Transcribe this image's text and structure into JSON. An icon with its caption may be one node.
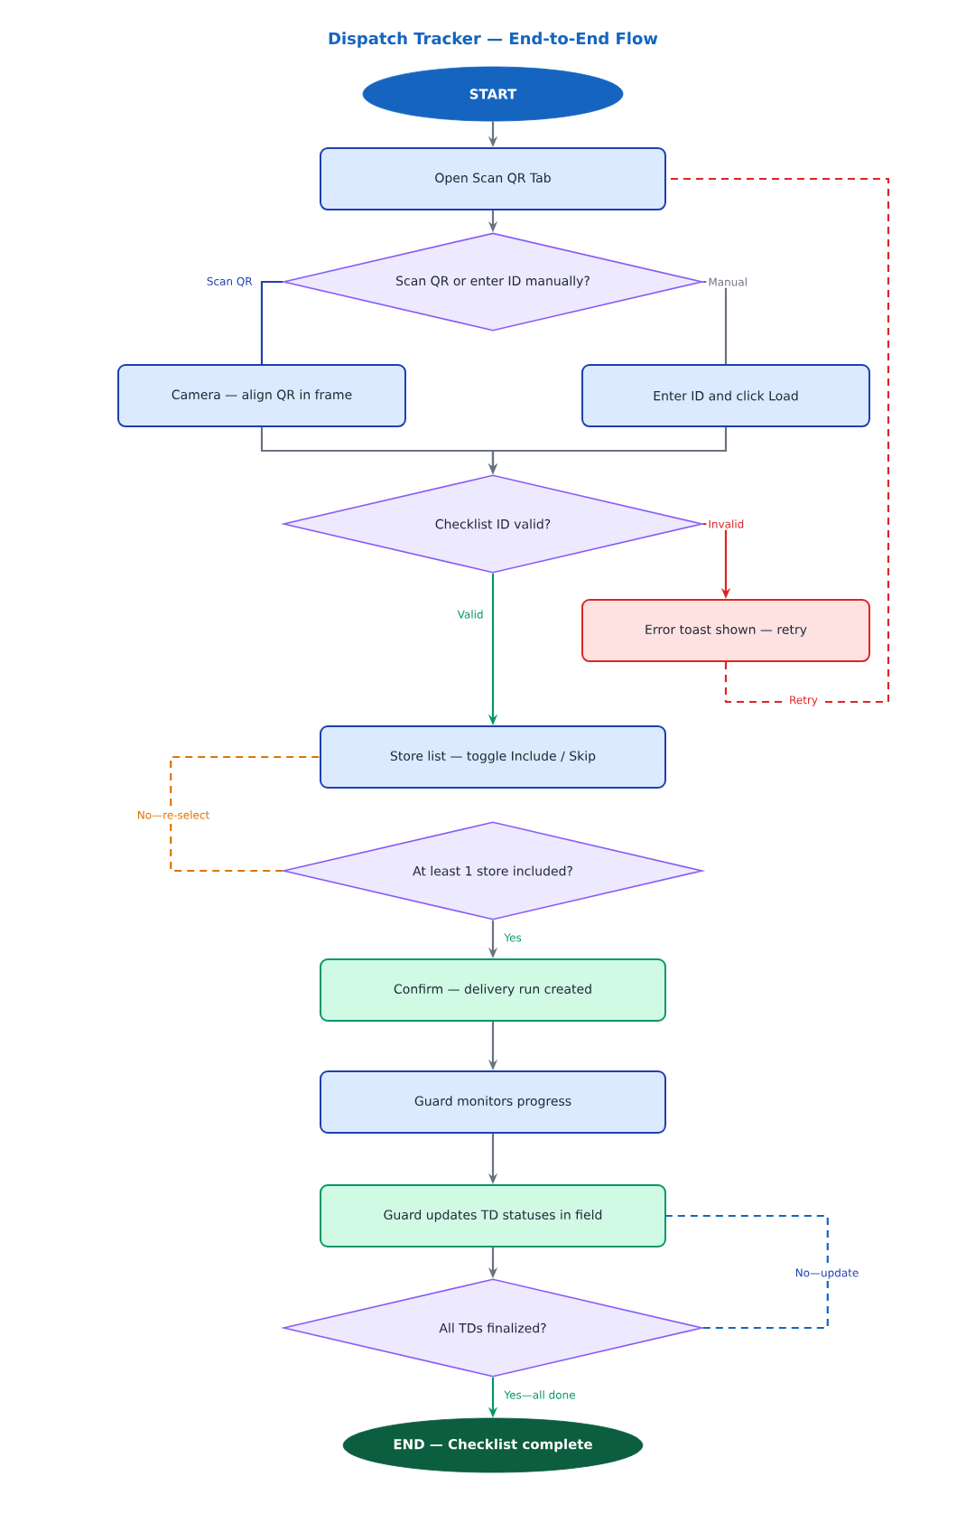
{
  "diagram": {
    "title": "Dispatch Tracker — End-to-End Flow",
    "nodes": [
      {
        "text": [
          "START"
        ]
      },
      {
        "text": [
          "Open Scan QR Tab"
        ]
      },
      {
        "text": [
          "Scan QR or enter ID manually?"
        ]
      },
      {
        "text": [
          "Camera — align QR in frame"
        ]
      },
      {
        "text": [
          "Enter ID and click Load"
        ]
      },
      {
        "text": [
          "Checklist ID valid?"
        ]
      },
      {
        "text": [
          "Error toast shown — retry"
        ]
      },
      {
        "text": [
          "Store list — toggle Include / Skip"
        ]
      },
      {
        "text": [
          "At least 1 store included?"
        ]
      },
      {
        "text": [
          "Confirm — delivery run created"
        ]
      },
      {
        "text": [
          "Guard monitors progress"
        ]
      },
      {
        "text": [
          "Guard updates TD statuses in field"
        ]
      },
      {
        "text": [
          "All TDs finalized?"
        ]
      },
      {
        "text": [
          "END — Checklist complete"
        ]
      }
    ],
    "edges": [
      {
        "from": 0,
        "to": 1,
        "arrow": "to"
      },
      {
        "from": 1,
        "to": 2,
        "arrow": "to"
      },
      {
        "from": 2,
        "to": 3,
        "arrow": "none",
        "label": "Scan QR",
        "color": "#1e40af"
      },
      {
        "from": 2,
        "to": 4,
        "arrow": "none",
        "label": "Manual"
      },
      {
        "from": 3,
        "to": 5,
        "arrow": "to"
      },
      {
        "from": 4,
        "to": 5,
        "arrow": "to"
      },
      {
        "from": 5,
        "to": 7,
        "arrow": "to",
        "label": "Valid",
        "color": "#059669"
      },
      {
        "from": 5,
        "to": 6,
        "arrow": "to",
        "label": "Invalid",
        "color": "#dc2626"
      },
      {
        "from": 6,
        "to": 1,
        "arrow": "none",
        "label": "Retry",
        "style": "dashed",
        "color": "#dc2626"
      },
      {
        "from": 8,
        "to": 7,
        "arrow": "none",
        "label": "No—re-select",
        "style": "dashed",
        "color": "#d97706"
      },
      {
        "from": 8,
        "to": 9,
        "arrow": "to",
        "label": "Yes"
      },
      {
        "from": 9,
        "to": 10,
        "arrow": "to"
      },
      {
        "from": 10,
        "to": 11,
        "arrow": "to"
      },
      {
        "from": 11,
        "to": 12,
        "arrow": "to"
      },
      {
        "from": 12,
        "to": 11,
        "arrow": "none",
        "label": "No—update",
        "style": "dashed",
        "color": "#1565c0"
      },
      {
        "from": 12,
        "to": 13,
        "arrow": "to",
        "label": "Yes—all done",
        "color": "#059669"
      }
    ]
  }
}
